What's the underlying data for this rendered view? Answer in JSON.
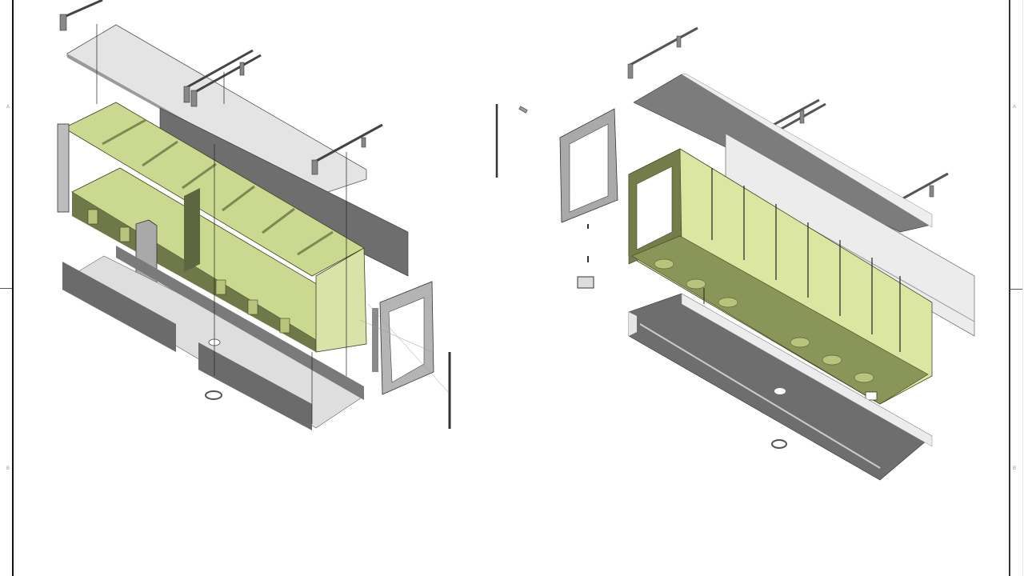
{
  "drawing": {
    "type": "isometric exploded assembly drawing",
    "views": [
      {
        "name": "exploded-view-left",
        "description": "Exploded assembly, front-left isometric"
      },
      {
        "name": "exploded-view-right",
        "description": "Exploded assembly, rear-right isometric"
      }
    ]
  },
  "border": {
    "zone_labels_left": [
      "A",
      "B"
    ],
    "zone_labels_right": [
      "A",
      "B"
    ]
  },
  "colors": {
    "frame_green": "#cfdd9a",
    "frame_green_dark": "#6b7446",
    "sheet_light": "#e2e2e2",
    "sheet_dark": "#6a6a6a",
    "outline": "#222222",
    "border": "#111111"
  }
}
